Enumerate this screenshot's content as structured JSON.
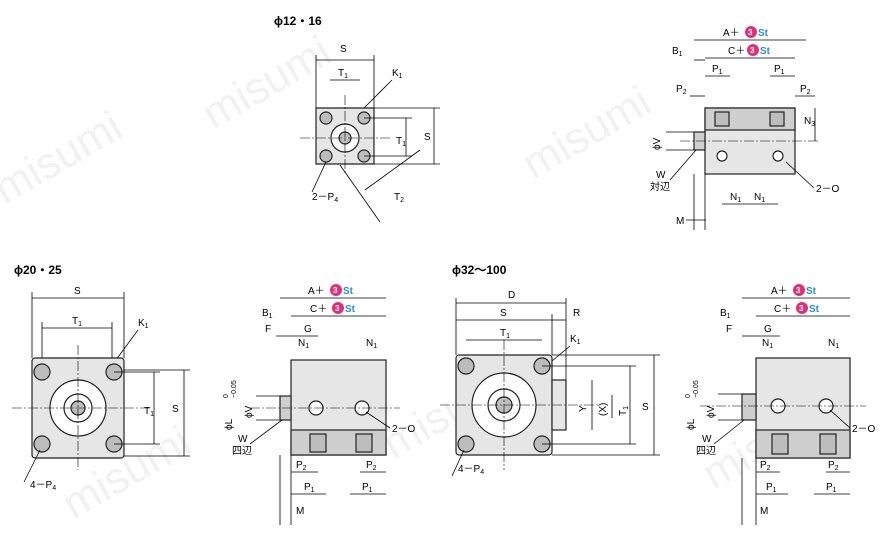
{
  "watermark": "misumi",
  "headings": {
    "small": "ϕ12・16",
    "medium": "ϕ20・25",
    "large": "ϕ32～100"
  },
  "labels": {
    "S": "S",
    "D": "D",
    "R": "R",
    "T1": "T",
    "T2": "T",
    "K1": "K",
    "P4_2": "2－P",
    "P4_4": "4－P",
    "A": "A＋",
    "C": "C＋",
    "St": "St",
    "three": "3",
    "B1": "B",
    "P1": "P",
    "P2": "P",
    "N1": "N",
    "N3": "N",
    "phiV": "ϕV",
    "W": "W",
    "taihen": "対辺",
    "yonhen": "四辺",
    "M": "M",
    "F": "F",
    "G": "G",
    "two_o": "2－O",
    "Y": "Y",
    "X": "(X)",
    "phiL": "ϕL",
    "tol_top": "0",
    "tol_bot": "−0.05",
    "sub1": "1",
    "sub2": "2",
    "sub3": "3",
    "sub4": "4"
  },
  "colors": {
    "badge": "#e0307a",
    "st_text": "#2a8fd0"
  }
}
